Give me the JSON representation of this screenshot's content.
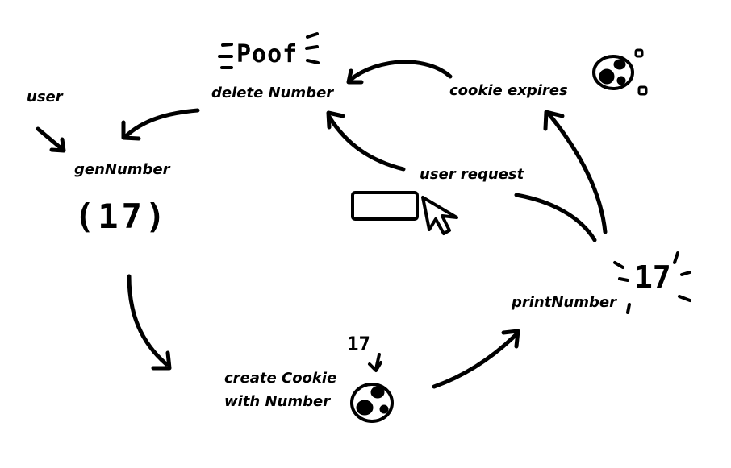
{
  "labels": {
    "user": "user",
    "gen_number": "genNumber",
    "gen_value": "(17)",
    "create_cookie_line1": "create Cookie",
    "create_cookie_line2": "with Number",
    "cookie_value": "17",
    "print_number": "printNumber",
    "print_value": "17",
    "cookie_expires": "cookie expires",
    "user_request": "user request",
    "delete_number": "delete Number",
    "poof": "Poof"
  },
  "colors": {
    "ink": "#000000",
    "background": "#ffffff"
  },
  "icons": [
    "cookie-icon",
    "button-icon",
    "cursor-icon"
  ]
}
